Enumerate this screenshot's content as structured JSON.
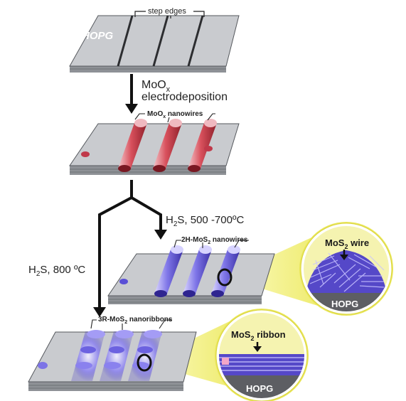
{
  "stage1": {
    "substrate_label": "HOPG",
    "callout": "step edges"
  },
  "step1": {
    "reagent_prefix": "MoO",
    "reagent_subscript": "x",
    "process": "electrodeposition"
  },
  "stage2": {
    "callout_prefix": "MoO",
    "callout_subscript": "x",
    "callout_suffix": " nanowires"
  },
  "branch_right": {
    "reagent_prefix": "H",
    "reagent_subscript": "2",
    "reagent_suffix": "S, 500 -700ºC"
  },
  "branch_left": {
    "reagent_prefix": "H",
    "reagent_subscript": "2",
    "reagent_suffix": "S, 800 ºC"
  },
  "stage3": {
    "callout_prefix": "2H-MoS",
    "callout_subscript": "2",
    "callout_suffix": " nanowires",
    "zoom_title_prefix": "MoS",
    "zoom_title_subscript": "2",
    "zoom_title_suffix": " wire",
    "zoom_substrate": "HOPG"
  },
  "stage4": {
    "callout_prefix": "3R-MoS",
    "callout_subscript": "2",
    "callout_suffix": " nanoribbons",
    "zoom_title_prefix": "MoS",
    "zoom_title_subscript": "2",
    "zoom_title_suffix": " ribbon",
    "zoom_substrate": "HOPG"
  },
  "colors": {
    "substrate_top": "#c9cbcf",
    "substrate_side": "#8e9196",
    "moox_wire": "#d8505c",
    "mos2_wire": "#7f76e8",
    "zoom_glow": "#f2f08a",
    "zoom_substrate": "#5d5e63"
  }
}
